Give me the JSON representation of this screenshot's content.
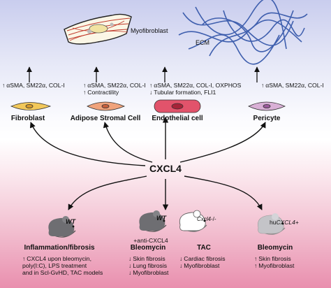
{
  "top": {
    "myofibroblast_label": "Myofibroblast",
    "ecm_label": "ECM"
  },
  "cells": [
    {
      "name": "Fibroblast",
      "color": "#f2c85a"
    },
    {
      "name": "Adipose Stromal Cell",
      "color": "#f0a37c"
    },
    {
      "name": "Endothelial cell",
      "color": "#e2536b"
    },
    {
      "name": "Pericyte",
      "color": "#d9b0d6"
    }
  ],
  "effects": [
    {
      "lines": [
        {
          "dir": "up",
          "text": "αSMA, SM22α, COL-I"
        }
      ]
    },
    {
      "lines": [
        {
          "dir": "up",
          "text": "αSMA, SM22α, COL-I"
        },
        {
          "dir": "up",
          "text": "Contractility"
        }
      ]
    },
    {
      "lines": [
        {
          "dir": "up",
          "text": "αSMA, SM22α, COL-I, OXPHOS"
        },
        {
          "dir": "down",
          "text": "Tubular formation, FLI1"
        }
      ]
    },
    {
      "lines": [
        {
          "dir": "up",
          "text": "αSMA, SM22α, COL-I"
        }
      ]
    }
  ],
  "center_label": "CXCL4",
  "mice": [
    {
      "tag": "WT",
      "tag_prefix": "",
      "tag_suffix": "",
      "color": "#6e6e72",
      "title": "Inflammation/fibrosis",
      "lines": [
        {
          "dir": "up",
          "text": "CXCL4 upon bleomycin,"
        },
        {
          "dir": "",
          "text": "poly(I:C), LPS treatment"
        },
        {
          "dir": "",
          "text": "and in Scl-GvHD, TAC models"
        }
      ]
    },
    {
      "tag": "WT",
      "tag_prefix": "",
      "tag_suffix": "",
      "color": "#6e6e72",
      "subtitle": "+anti-CXCL4",
      "title": "Bleomycin",
      "lines": [
        {
          "dir": "down",
          "text": "Skin fibrosis"
        },
        {
          "dir": "down",
          "text": "Lung fibrosis"
        },
        {
          "dir": "down",
          "text": "Myofibroblast"
        }
      ]
    },
    {
      "tag": "Cxcl4",
      "tag_prefix": "",
      "tag_suffix": "-/-",
      "color": "#ffffff",
      "title": "TAC",
      "lines": [
        {
          "dir": "down",
          "text": "Cardiac fibrosis"
        },
        {
          "dir": "down",
          "text": "Myofibroblast"
        }
      ]
    },
    {
      "tag": "CXCL4",
      "tag_prefix": "hu",
      "tag_suffix": "+",
      "color": "#c4c4c8",
      "title": "Bleomycin",
      "lines": [
        {
          "dir": "up",
          "text": "Skin fibrosis"
        },
        {
          "dir": "up",
          "text": "Myofibroblast"
        }
      ]
    }
  ]
}
